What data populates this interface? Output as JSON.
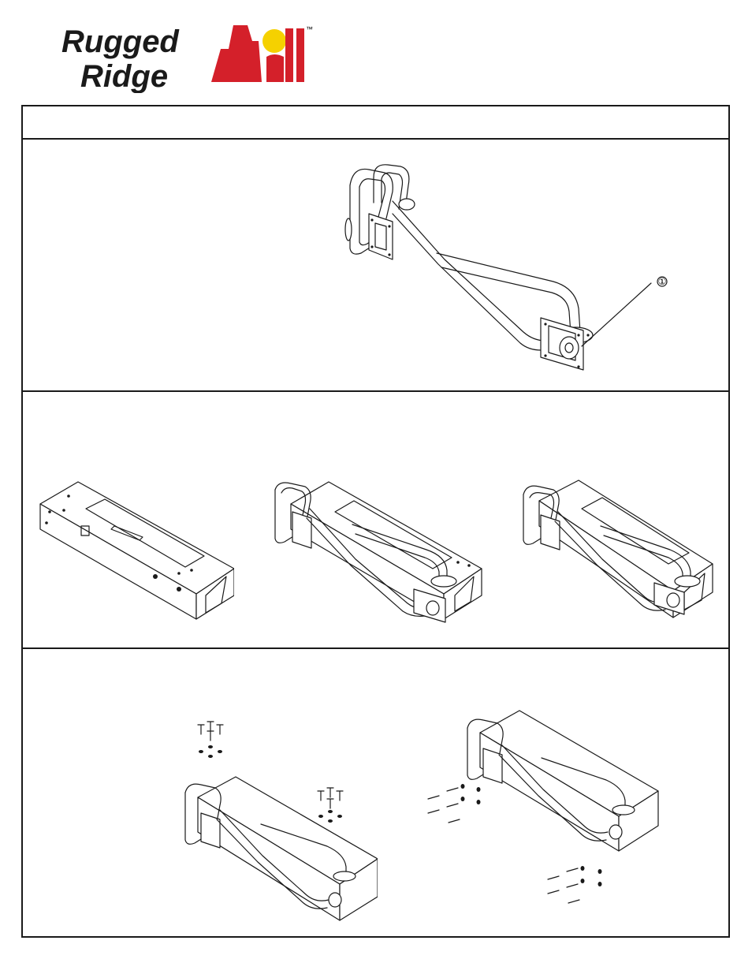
{
  "brand": {
    "line1": "Rugged",
    "line2": "Ridge",
    "trademark": "™",
    "colors": {
      "red": "#d4202a",
      "yellow": "#f5d100",
      "text": "#1a1a1a"
    }
  },
  "header": {
    "title": ""
  },
  "section1": {
    "callout_number": "①"
  },
  "section2": {},
  "section3": {}
}
